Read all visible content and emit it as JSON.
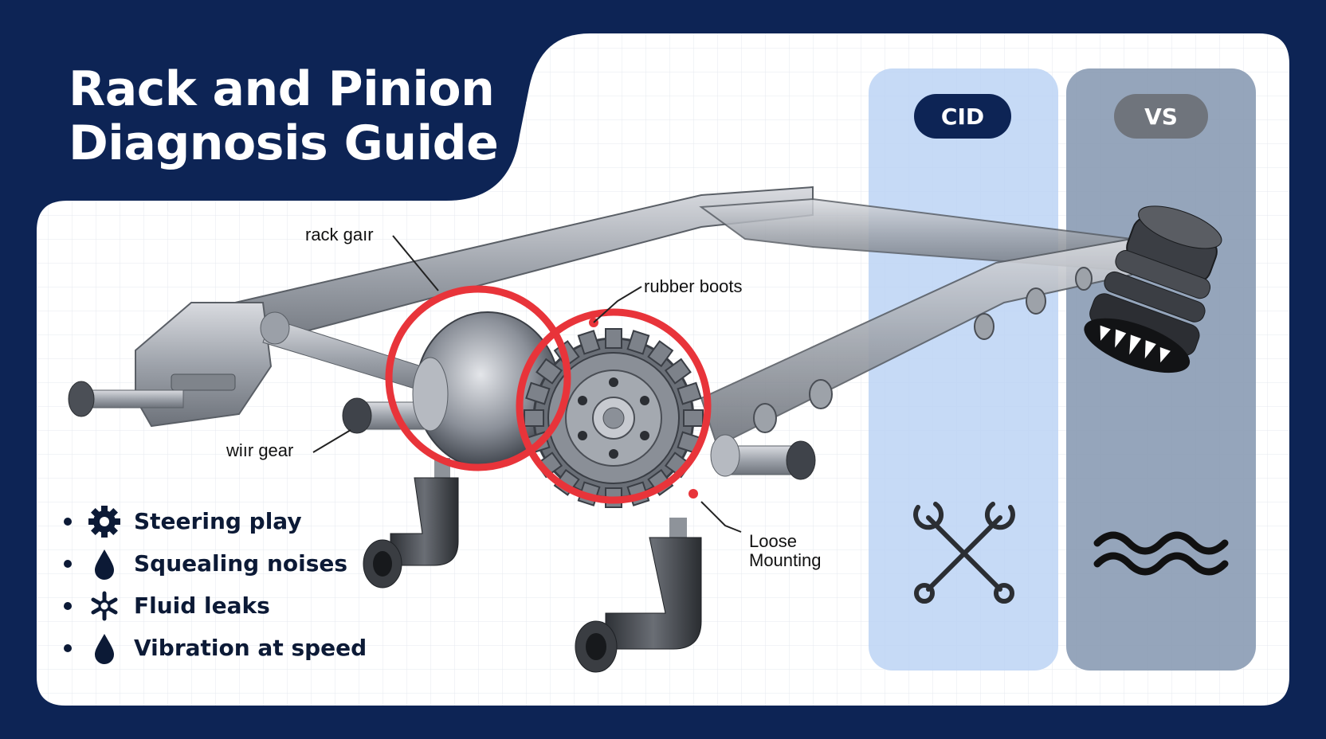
{
  "title": {
    "line1": "Rack and Pinion",
    "line2": "Diagnosis Guide"
  },
  "columns": [
    {
      "label": "CID",
      "color": "#0d2455",
      "panel_color": "#bcd3f5",
      "icon": "wrench-cross-icon"
    },
    {
      "label": "VS",
      "color": "#6f747c",
      "panel_color": "#8a9bb4",
      "icon": "wave-icon"
    }
  ],
  "callouts": {
    "rack_gear": "rack gaır",
    "rubber_boots": "rubber boots",
    "wir_gear": "wiır gear",
    "loose_mounting_line1": "Loose",
    "loose_mounting_line2": "Mounting"
  },
  "symptoms": [
    {
      "label": "Steering play",
      "icon": "gear-icon"
    },
    {
      "label": "Squealing noises",
      "icon": "drop-icon"
    },
    {
      "label": "Fluid leaks",
      "icon": "splash-icon"
    },
    {
      "label": "Vibration at speed",
      "icon": "drop-icon"
    }
  ],
  "colors": {
    "background": "#0d2455",
    "highlight_ring": "#e8343a",
    "panel": "#ffffff"
  }
}
